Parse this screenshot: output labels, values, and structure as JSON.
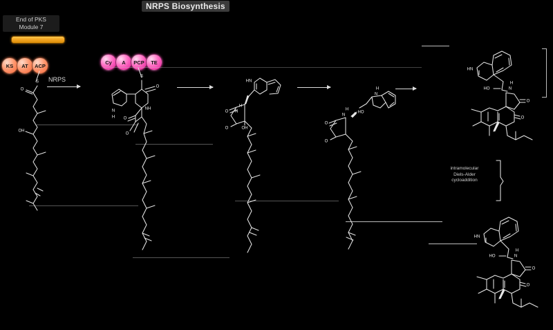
{
  "title": "NRPS Biosynthesis",
  "background_color": "#000000",
  "accent_colors": {
    "pks_domain": "#f4683a",
    "nrps_domain": "#e01a96",
    "orange_bar": "#f5a623",
    "bond_stroke": "#e6e6e6"
  },
  "labels": {
    "pks_module": "End of PKS\nModule 7",
    "nrps_arrow": "NRPS",
    "diels_alder_note": "intramolecular\nDiels-Alder\ncycloaddition"
  },
  "pks_domains": [
    {
      "name": "KS",
      "color": "#f4683a"
    },
    {
      "name": "AT",
      "color": "#f4683a"
    },
    {
      "name": "ACP",
      "color": "#f4683a"
    }
  ],
  "nrps_domains": [
    {
      "name": "Cy",
      "color": "#e01a96"
    },
    {
      "name": "A",
      "color": "#e01a96"
    },
    {
      "name": "PCP",
      "color": "#e01a96"
    },
    {
      "name": "TE",
      "color": "#e01a96"
    }
  ],
  "structures": [
    {
      "id": "polyketide-thioester",
      "position": "far-left",
      "atom_labels": [
        "S",
        "O",
        "OH",
        "OH"
      ]
    },
    {
      "id": "cyclized-thioester-intermediate",
      "position": "left-center",
      "atom_labels": [
        "S",
        "O",
        "NH",
        "N",
        "H",
        "O",
        "O"
      ]
    },
    {
      "id": "indole-tetramate-intermediate",
      "position": "center",
      "atom_labels": [
        "HN",
        "N",
        "H",
        "O",
        "O",
        "OH"
      ]
    },
    {
      "id": "tetramic-acid-intermediate",
      "position": "right-center",
      "atom_labels": [
        "H",
        "N",
        "HO",
        "N",
        "H",
        "O",
        "O"
      ]
    },
    {
      "id": "macrocyclic-product-top",
      "position": "top-right",
      "atom_labels": [
        "HN",
        "HO",
        "N",
        "H",
        "O",
        "O"
      ]
    },
    {
      "id": "decalin-product-bottom",
      "position": "bottom-right",
      "atom_labels": [
        "HN",
        "HO",
        "N",
        "H",
        "O",
        "O"
      ]
    }
  ],
  "arrows": [
    {
      "id": "arrow-nrps",
      "label": "NRPS"
    },
    {
      "id": "arrow-2",
      "label": ""
    },
    {
      "id": "arrow-3",
      "label": ""
    },
    {
      "id": "arrow-4",
      "label": ""
    },
    {
      "id": "arrow-5",
      "label": ""
    },
    {
      "id": "arrow-diels-alder",
      "label": "intramolecular Diels-Alder cycloaddition"
    }
  ]
}
